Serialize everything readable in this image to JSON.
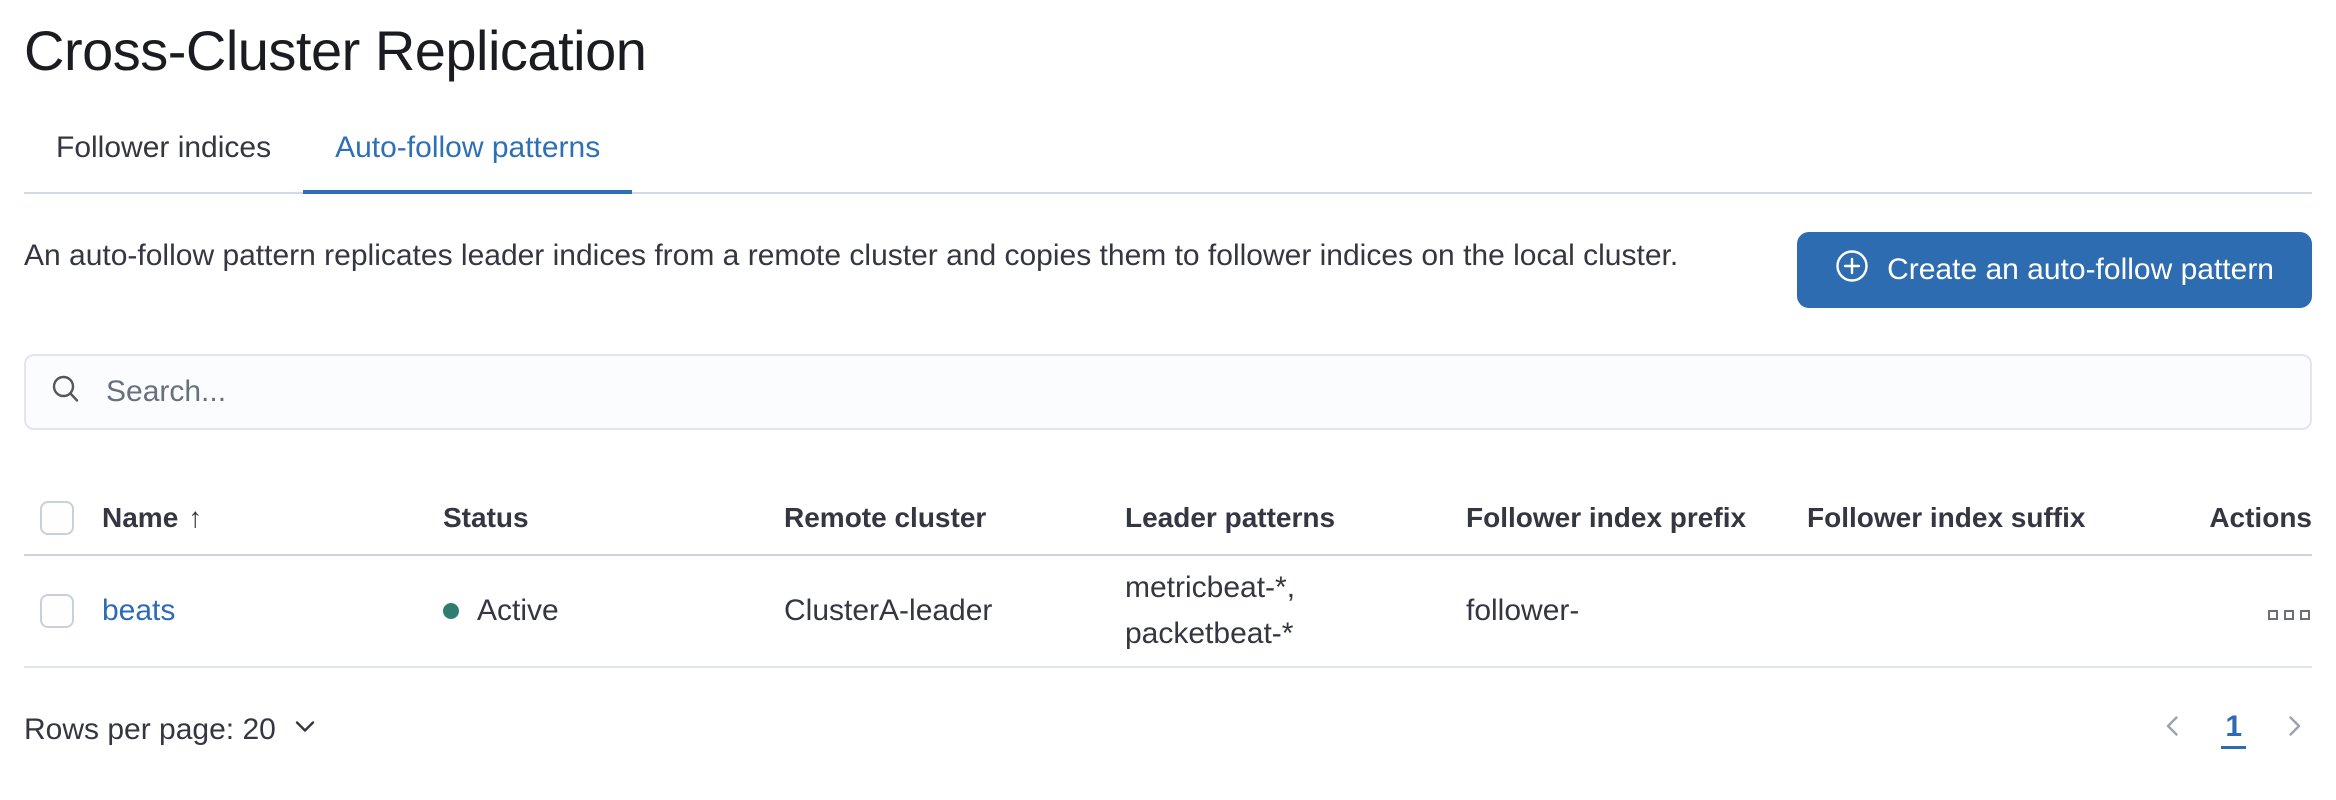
{
  "page": {
    "title": "Cross-Cluster Replication"
  },
  "tabs": {
    "follower_indices": "Follower indices",
    "auto_follow_patterns": "Auto-follow patterns",
    "active_tab": "Auto-follow patterns"
  },
  "intro": {
    "description": "An auto-follow pattern replicates leader indices from a remote cluster and copies them to follower indices on the local cluster.",
    "create_button_label": "Create an auto-follow pattern",
    "create_button_icon": "plus-in-circle-icon"
  },
  "search": {
    "placeholder": "Search...",
    "icon": "search-icon"
  },
  "table": {
    "headers": {
      "name": "Name",
      "status": "Status",
      "remote_cluster": "Remote cluster",
      "leader_patterns": "Leader patterns",
      "follower_index_prefix": "Follower index prefix",
      "follower_index_suffix": "Follower index suffix",
      "actions": "Actions"
    },
    "sort": {
      "column": "Name",
      "direction": "ascending",
      "glyph": "↑"
    },
    "rows": [
      {
        "name": "beats",
        "status_label": "Active",
        "remote_cluster": "ClusterA-leader",
        "leader_patterns": "metricbeat-*, packetbeat-*",
        "follower_index_prefix": "follower-",
        "follower_index_suffix": "",
        "actions_icon": "boxes-horizontal-icon"
      }
    ]
  },
  "pagination": {
    "rows_per_page_label": "Rows per page: 20",
    "current_page": "1"
  },
  "colors": {
    "primary_blue": "#2e6cb1",
    "active_tab_blue": "#2e6fb5",
    "link_blue": "#2d6bb3",
    "status_green": "#2e7d6f",
    "border_gray": "#d3dae6",
    "text_dark": "#343741",
    "muted_gray": "#69707d"
  }
}
